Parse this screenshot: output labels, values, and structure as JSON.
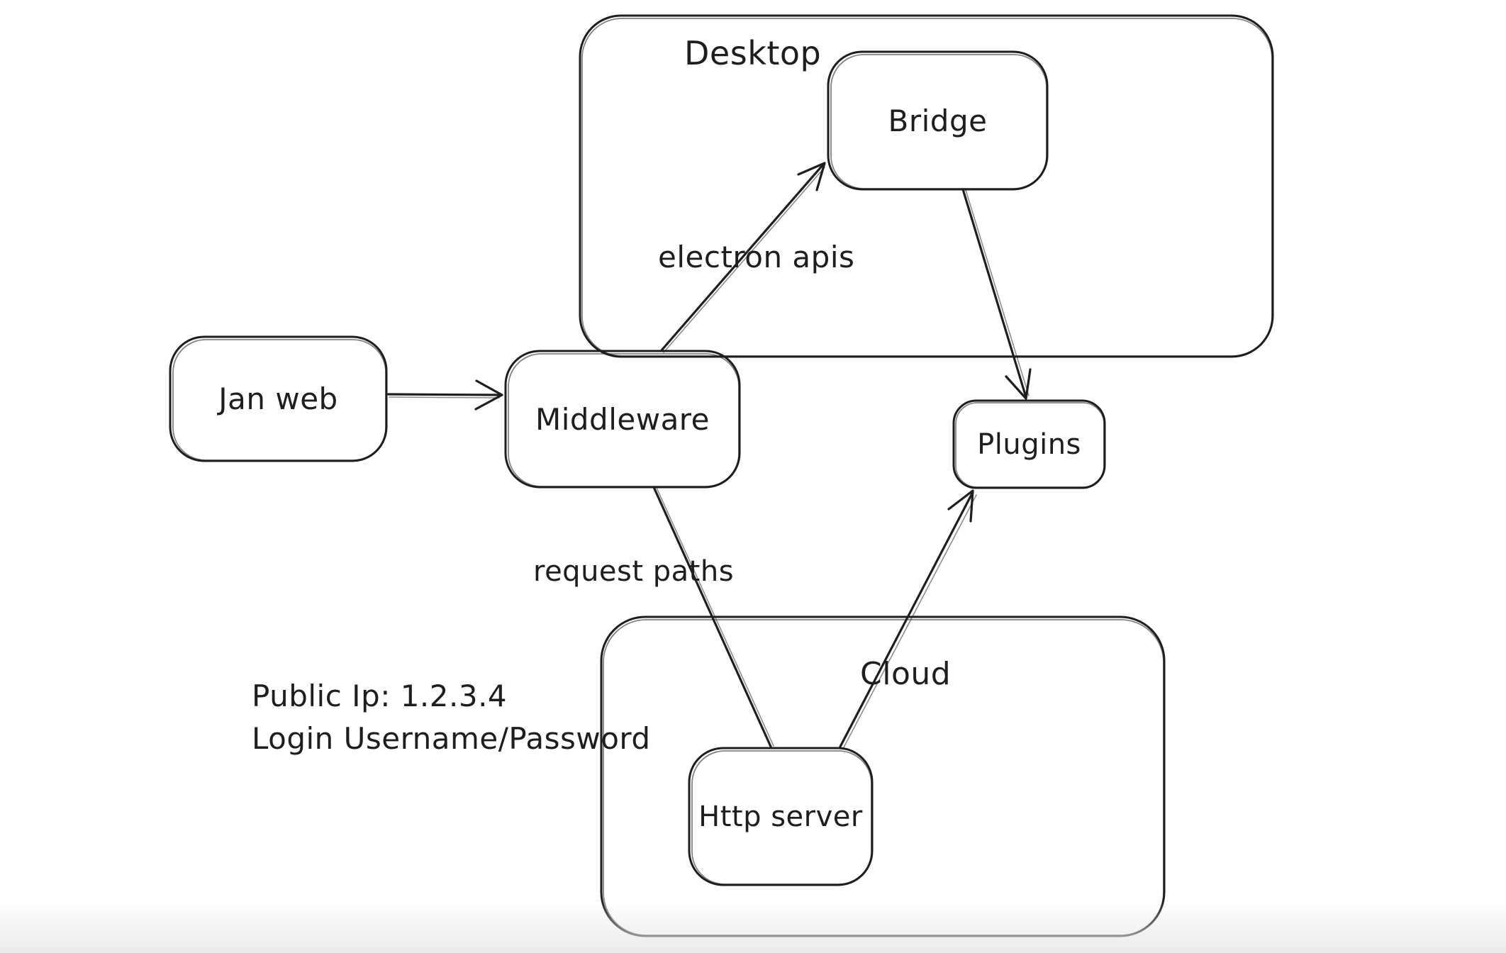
{
  "diagram": {
    "background_color": "#ffffff",
    "stroke_color": "#1e1e1e",
    "containers": [
      {
        "id": "desktop",
        "label": "Desktop"
      },
      {
        "id": "cloud",
        "label": "Cloud"
      }
    ],
    "nodes": [
      {
        "id": "jan-web",
        "label": "Jan web"
      },
      {
        "id": "middleware",
        "label": "Middleware"
      },
      {
        "id": "bridge",
        "label": "Bridge"
      },
      {
        "id": "plugins",
        "label": "Plugins"
      },
      {
        "id": "http-server",
        "label": "Http server"
      }
    ],
    "edges": [
      {
        "id": "janweb-to-middleware",
        "from": "Jan web",
        "to": "Middleware",
        "label": ""
      },
      {
        "id": "middleware-to-bridge",
        "from": "Middleware",
        "to": "Bridge",
        "label": "electron apis"
      },
      {
        "id": "bridge-to-plugins",
        "from": "Bridge",
        "to": "Plugins",
        "label": ""
      },
      {
        "id": "middleware-to-httpserver",
        "from": "Middleware",
        "to": "Http server",
        "label": "request paths"
      },
      {
        "id": "httpserver-to-plugins",
        "from": "Http server",
        "to": "Plugins",
        "label": ""
      }
    ],
    "annotations": [
      "Public Ip: 1.2.3.4",
      "Login Username/Password"
    ]
  }
}
